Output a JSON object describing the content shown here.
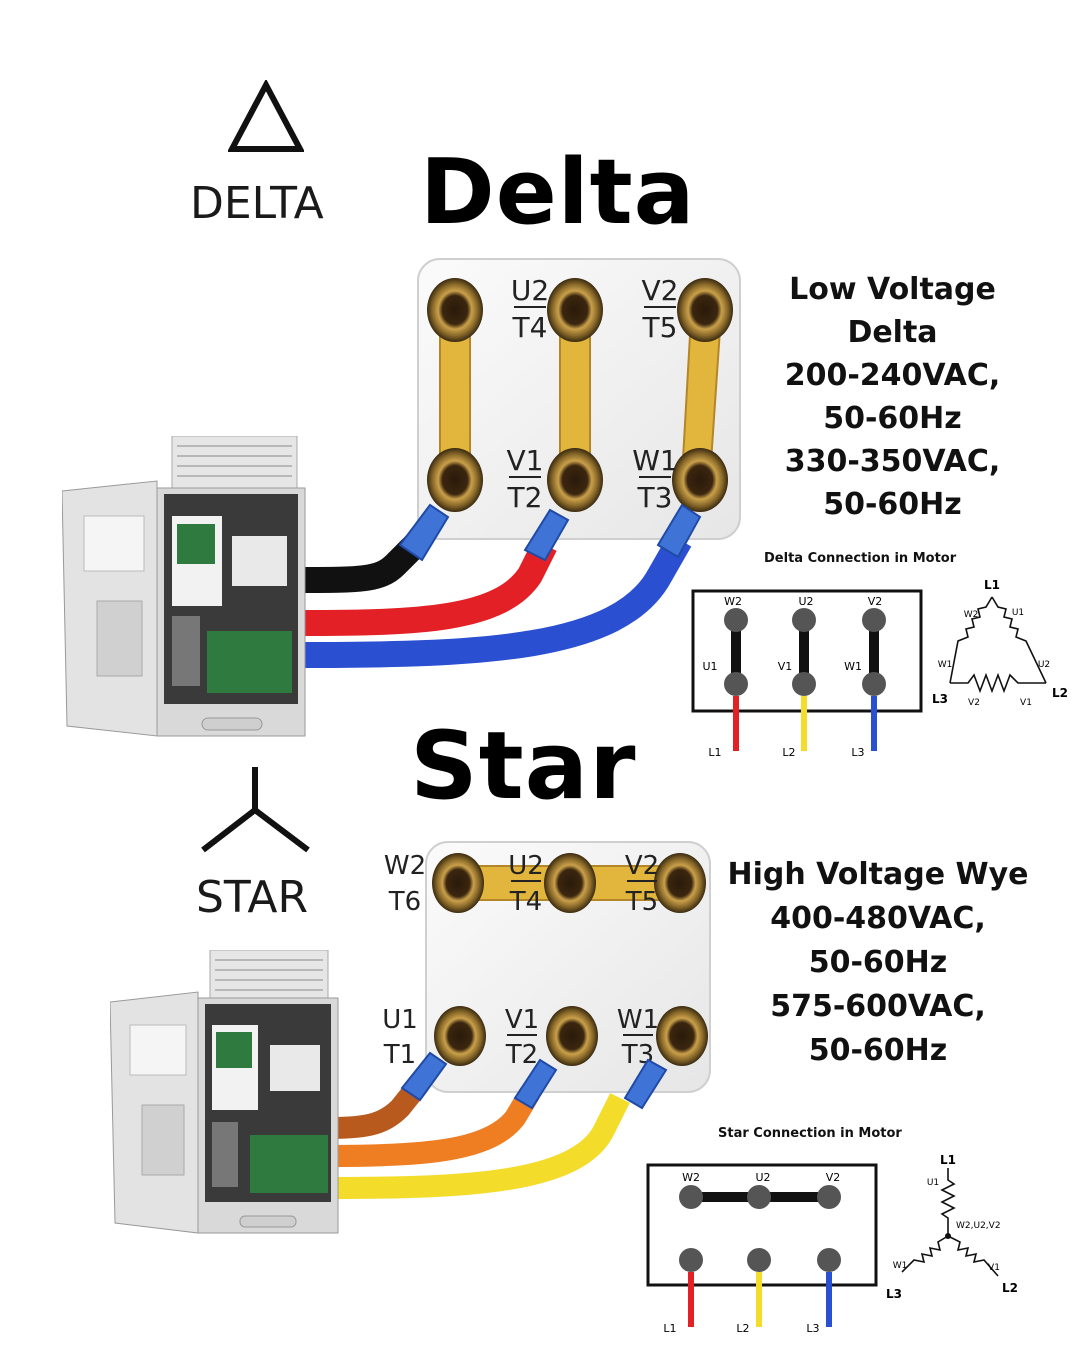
{
  "delta": {
    "symbol_label": "DELTA",
    "title": "Delta",
    "spec_lines": [
      "Low Voltage",
      "Delta",
      "200-240VAC,",
      "50-60Hz",
      "330-350VAC,",
      "50-60Hz"
    ],
    "terminals_top": [
      {
        "name": "U2",
        "code": "T4"
      },
      {
        "name": "V2",
        "code": "T5"
      }
    ],
    "terminals_bottom": [
      {
        "name": "V1",
        "code": "T2"
      },
      {
        "name": "W1",
        "code": "T3"
      }
    ],
    "schematic": {
      "caption": "Delta Connection in Motor",
      "top_labels": [
        "W2",
        "U2",
        "V2"
      ],
      "side_labels": [
        "U1",
        "V1",
        "W1"
      ],
      "line_labels": [
        "L1",
        "L2",
        "L3"
      ]
    },
    "triangle": {
      "line_labels": [
        "L1",
        "L2",
        "L3"
      ],
      "winding_labels": [
        "W2",
        "U1",
        "W1",
        "U2",
        "V2",
        "V1"
      ]
    }
  },
  "star": {
    "symbol_label": "STAR",
    "title": "Star",
    "spec_lines": [
      "High Voltage Wye",
      "400-480VAC,",
      "50-60Hz",
      "575-600VAC,",
      "50-60Hz"
    ],
    "terminals_top": [
      {
        "name": "W2",
        "code": "T6"
      },
      {
        "name": "U2",
        "code": "T4"
      },
      {
        "name": "V2",
        "code": "T5"
      }
    ],
    "terminals_bottom": [
      {
        "name": "U1",
        "code": "T1"
      },
      {
        "name": "V1",
        "code": "T2"
      },
      {
        "name": "W1",
        "code": "T3"
      }
    ],
    "schematic": {
      "caption": "Star Connection in Motor",
      "top_labels": [
        "W2",
        "U2",
        "V2"
      ],
      "line_labels": [
        "L1",
        "L2",
        "L3"
      ]
    },
    "wye": {
      "line_labels": [
        "L1",
        "L2",
        "L3"
      ],
      "center_label": "W2,U2,V2",
      "winding_labels": [
        "U1",
        "W1",
        "V1"
      ]
    }
  },
  "colors": {
    "wire_red": "#e32026",
    "wire_blue": "#2a4fd1",
    "wire_black": "#111111",
    "wire_brown": "#b85a1e",
    "wire_orange": "#ef7d21",
    "wire_yellow": "#f3dc2a",
    "link_gold": "#e2b53c",
    "lug_blue": "#3f74d6"
  }
}
